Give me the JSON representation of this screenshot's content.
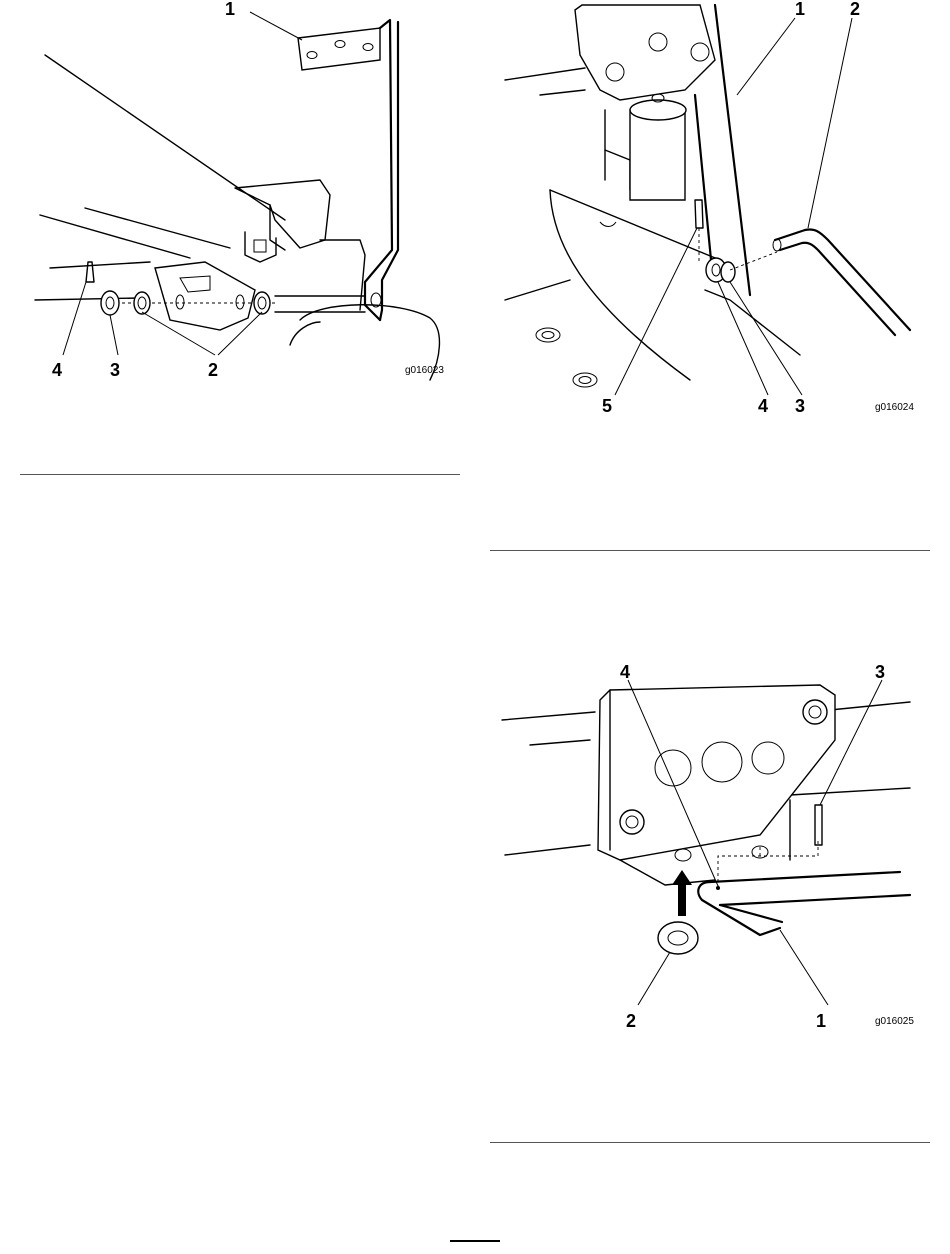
{
  "figures": [
    {
      "id": "g016023",
      "callouts": [
        "1",
        "2",
        "3",
        "4"
      ]
    },
    {
      "id": "g016024",
      "callouts": [
        "1",
        "2",
        "3",
        "4",
        "5"
      ]
    },
    {
      "id": "g016025",
      "callouts": [
        "1",
        "2",
        "3",
        "4"
      ]
    }
  ],
  "colors": {
    "ink": "#000000",
    "rule": "#555555",
    "paper": "#ffffff"
  }
}
